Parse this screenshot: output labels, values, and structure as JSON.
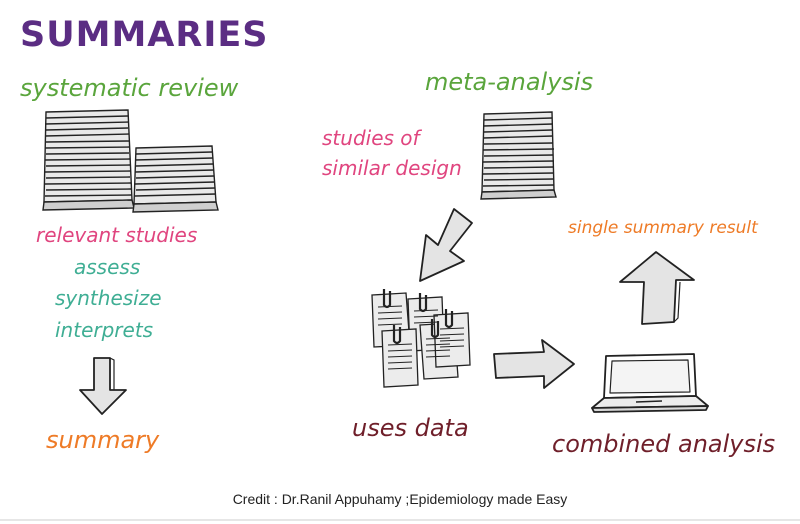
{
  "title": "SUMMARIES",
  "left": {
    "heading": "systematic review",
    "steps": [
      "relevant studies",
      "assess",
      "synthesize",
      "interprets"
    ],
    "result": "summary"
  },
  "right": {
    "heading": "meta-analysis",
    "note_line1": "studies of",
    "note_line2": "similar design",
    "data_label": "uses data",
    "analysis_label": "combined analysis",
    "result": "single summary result"
  },
  "credit": "Credit : Dr.Ranil Appuhamy ;Epidemiology made Easy",
  "colors": {
    "title": "#5b2d83",
    "heading": "#5aa53c",
    "note": "#e0457f",
    "steps": "#3fae94",
    "result": "#ee7b27",
    "label_dark": "#6f1f2a"
  },
  "icons": [
    "paper-stack-icon",
    "down-arrow-icon",
    "documents-clip-icon",
    "right-arrow-icon",
    "laptop-icon",
    "up-arrow-icon"
  ]
}
